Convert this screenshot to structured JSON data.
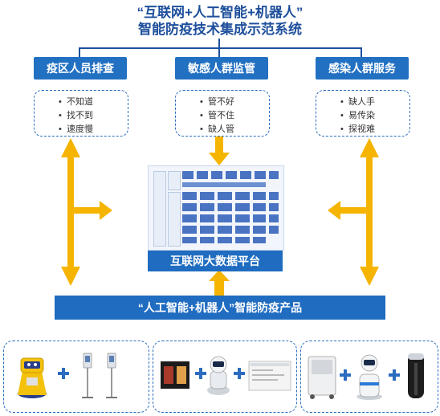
{
  "title": {
    "line1": "“互联网+人工智能+机器人”",
    "line2": "智能防疫技术集成示范系统"
  },
  "categories": [
    {
      "label": "疫区人员排查",
      "items": [
        "不知道",
        "找不到",
        "速度慢"
      ]
    },
    {
      "label": "敏感人群监管",
      "items": [
        "管不好",
        "管不住",
        "缺人管"
      ]
    },
    {
      "label": "感染人群服务",
      "items": [
        "缺人手",
        "易传染",
        "探视难"
      ]
    }
  ],
  "platform_label": "互联网大数据平台",
  "products_label": "“人工智能+机器人”智能防疫产品",
  "colors": {
    "title": "#1e4f9c",
    "box_blue": "#2270c2",
    "arrow_yellow": "#f5b400",
    "dash": "#2b6cc0"
  },
  "icons": [
    "yellow-robot-icon",
    "temperature-kiosk-icon",
    "thermal-camera-icon",
    "service-robot-icon",
    "software-screen-icon",
    "disinfection-cabinet-icon",
    "delivery-robot-icon",
    "disinfection-pillar-icon"
  ]
}
